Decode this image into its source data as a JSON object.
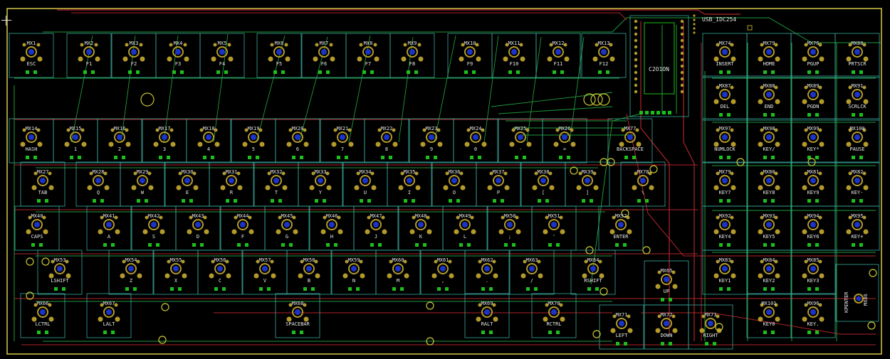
{
  "colors": {
    "background": "#000000",
    "outline": "#d8c94a",
    "key_box": "#38a89a",
    "trace_green": "#1f9a3c",
    "trace_red": "#b0242a",
    "pad_gold": "#b39a2a",
    "pad_green": "#1dbf1d",
    "hole_blue": "#1b33c8",
    "via": "#c8c836",
    "label": "#e6e6e6"
  },
  "chips": {
    "mcu_label": "C2O1ON",
    "usb_label": "USB_IDC254"
  },
  "rotary": {
    "ref": "MX86",
    "label": "KPENTER"
  },
  "keys": [
    {
      "ref": "MX1",
      "label": "ESC"
    },
    {
      "ref": "MX2",
      "label": "F1"
    },
    {
      "ref": "MX3",
      "label": "F2"
    },
    {
      "ref": "MX4",
      "label": "F3"
    },
    {
      "ref": "MX5",
      "label": "F4"
    },
    {
      "ref": "MX6",
      "label": "F5"
    },
    {
      "ref": "MX7",
      "label": "F6"
    },
    {
      "ref": "MX8",
      "label": "F7"
    },
    {
      "ref": "MX9",
      "label": "F8"
    },
    {
      "ref": "MX10",
      "label": "F9"
    },
    {
      "ref": "MX11",
      "label": "F10"
    },
    {
      "ref": "MX12",
      "label": "F11"
    },
    {
      "ref": "MX13",
      "label": "F12"
    },
    {
      "ref": "MX74",
      "label": "INSERT"
    },
    {
      "ref": "MX79",
      "label": "HOME"
    },
    {
      "ref": "MX76",
      "label": "PGUP"
    },
    {
      "ref": "MX80",
      "label": "PRTSCR"
    },
    {
      "ref": "MX87",
      "label": "DEL"
    },
    {
      "ref": "MX88",
      "label": "END"
    },
    {
      "ref": "MX89",
      "label": "PGDN"
    },
    {
      "ref": "MX91",
      "label": "SCRLCK"
    },
    {
      "ref": "MX14",
      "label": "HASH"
    },
    {
      "ref": "MX15",
      "label": "1"
    },
    {
      "ref": "MX16",
      "label": "2"
    },
    {
      "ref": "MX17",
      "label": "3"
    },
    {
      "ref": "MX18",
      "label": "4"
    },
    {
      "ref": "MX19",
      "label": "5"
    },
    {
      "ref": "MX20",
      "label": "6"
    },
    {
      "ref": "MX21",
      "label": "7"
    },
    {
      "ref": "MX22",
      "label": "8"
    },
    {
      "ref": "MX23",
      "label": "9"
    },
    {
      "ref": "MX24",
      "label": "0"
    },
    {
      "ref": "MX25",
      "label": "-"
    },
    {
      "ref": "MX26",
      "label": "="
    },
    {
      "ref": "MX77",
      "label": "BACKSPACE"
    },
    {
      "ref": "MX97",
      "label": "NUMLOCK"
    },
    {
      "ref": "MX98",
      "label": "KEY/"
    },
    {
      "ref": "MX99",
      "label": "KEY*"
    },
    {
      "ref": "MX100",
      "label": "PAUSE"
    },
    {
      "ref": "MX27",
      "label": "TAB"
    },
    {
      "ref": "MX28",
      "label": "Q"
    },
    {
      "ref": "MX29",
      "label": "W"
    },
    {
      "ref": "MX30",
      "label": "E"
    },
    {
      "ref": "MX31",
      "label": "R"
    },
    {
      "ref": "MX32",
      "label": "T"
    },
    {
      "ref": "MX33",
      "label": "Y"
    },
    {
      "ref": "MX34",
      "label": "U"
    },
    {
      "ref": "MX35",
      "label": "I"
    },
    {
      "ref": "MX36",
      "label": "O"
    },
    {
      "ref": "MX37",
      "label": "P"
    },
    {
      "ref": "MX38",
      "label": "["
    },
    {
      "ref": "MX39",
      "label": "]"
    },
    {
      "ref": "MX78",
      "label": "\\"
    },
    {
      "ref": "MX79",
      "label": "KEY7"
    },
    {
      "ref": "MX80",
      "label": "KEY8"
    },
    {
      "ref": "MX81",
      "label": "KEY9"
    },
    {
      "ref": "MX82",
      "label": "KEY-"
    },
    {
      "ref": "MX40",
      "label": "CAPS"
    },
    {
      "ref": "MX41",
      "label": "A"
    },
    {
      "ref": "MX42",
      "label": "S"
    },
    {
      "ref": "MX43",
      "label": "D"
    },
    {
      "ref": "MX44",
      "label": "F"
    },
    {
      "ref": "MX45",
      "label": "G"
    },
    {
      "ref": "MX46",
      "label": "H"
    },
    {
      "ref": "MX47",
      "label": "J"
    },
    {
      "ref": "MX48",
      "label": "K"
    },
    {
      "ref": "MX49",
      "label": "L"
    },
    {
      "ref": "MX50",
      "label": ";"
    },
    {
      "ref": "MX51",
      "label": "'"
    },
    {
      "ref": "MX52",
      "label": "ENTER"
    },
    {
      "ref": "MX92",
      "label": "KEY4"
    },
    {
      "ref": "MX93",
      "label": "KEY5"
    },
    {
      "ref": "MX94",
      "label": "KEY6"
    },
    {
      "ref": "MX95",
      "label": "KEY+"
    },
    {
      "ref": "MX53",
      "label": "LSHIFT"
    },
    {
      "ref": "MX54",
      "label": "Z"
    },
    {
      "ref": "MX55",
      "label": "X"
    },
    {
      "ref": "MX56",
      "label": "C"
    },
    {
      "ref": "MX57",
      "label": "V"
    },
    {
      "ref": "MX58",
      "label": "B"
    },
    {
      "ref": "MX59",
      "label": "N"
    },
    {
      "ref": "MX60",
      "label": "M"
    },
    {
      "ref": "MX61",
      "label": ","
    },
    {
      "ref": "MX62",
      "label": "."
    },
    {
      "ref": "MX63",
      "label": "/"
    },
    {
      "ref": "MX64",
      "label": "RSHIFT"
    },
    {
      "ref": "MX65",
      "label": "UP"
    },
    {
      "ref": "MX83",
      "label": "KEY1"
    },
    {
      "ref": "MX84",
      "label": "KEY2"
    },
    {
      "ref": "MX85",
      "label": "KEY3"
    },
    {
      "ref": "MX66",
      "label": "LCTRL"
    },
    {
      "ref": "MX67",
      "label": "LALT"
    },
    {
      "ref": "MX68",
      "label": "SPACEBAR"
    },
    {
      "ref": "MX69",
      "label": "RALT"
    },
    {
      "ref": "MX70",
      "label": "RCTRL"
    },
    {
      "ref": "MX101",
      "label": "KEY0"
    },
    {
      "ref": "MX96",
      "label": "KEY."
    },
    {
      "ref": "MX71",
      "label": "LEFT"
    },
    {
      "ref": "MX72",
      "label": "DOWN"
    },
    {
      "ref": "MX73",
      "label": "RIGHT"
    }
  ]
}
